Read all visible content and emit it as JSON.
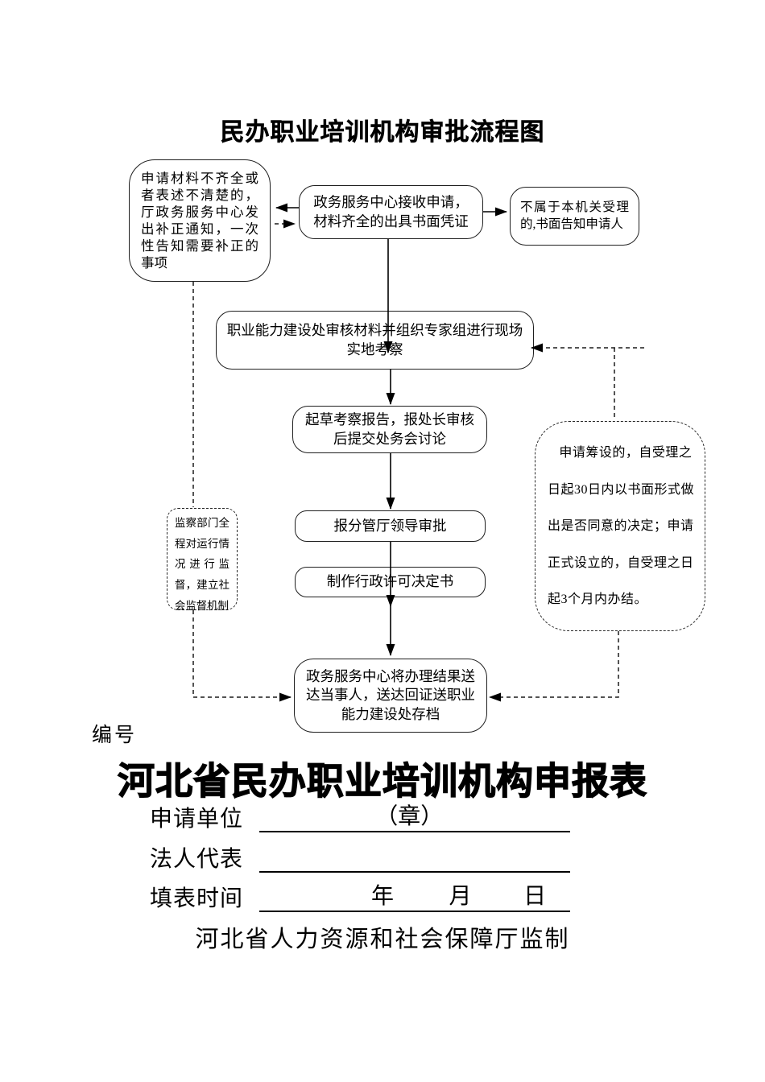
{
  "document": {
    "flow_title": "民办职业培训机构审批流程图",
    "serial_label": "编号",
    "form_title": "河北省民办职业培训机构申报表",
    "footer": "河北省人力资源和社会保障厅监制",
    "ink_color": "#000000",
    "background_color": "#ffffff"
  },
  "flowchart": {
    "notice_box": "申请材料不齐全或者表述不清楚的，厅政务服务中心发出补正通知，一次性告知需要补正的事项",
    "receive_box": "政务服务中心接收申请，材料齐全的出具书面凭证",
    "reject_box": "不属于本机关受理的,书面告知申请人",
    "review_box": "职业能力建设处审核材料并组织专家组进行现场实地考察",
    "draft_box": "起草考察报告，报处长审核后提交处务会讨论",
    "approve_box": "报分管厅领导审批",
    "decision_box": "制作行政许可决定书",
    "deliver_box": "政务服务中心将办理结果送达当事人，送达回证送职业能力建设处存档",
    "supervise_box": "监察部门全程对运行情况进行监督，建立社会监督机制",
    "deadline_box": "申请筹设的，自受理之日起30日内以书面形式做出是否同意的决定；申请正式设立的，自受理之日起3个月内办结。"
  },
  "form": {
    "applicant_label": "申请单位",
    "seal_text": "（章）",
    "legal_rep_label": "法人代表",
    "date_label": "填表时间",
    "year_label": "年",
    "month_label": "月",
    "day_label": "日"
  }
}
